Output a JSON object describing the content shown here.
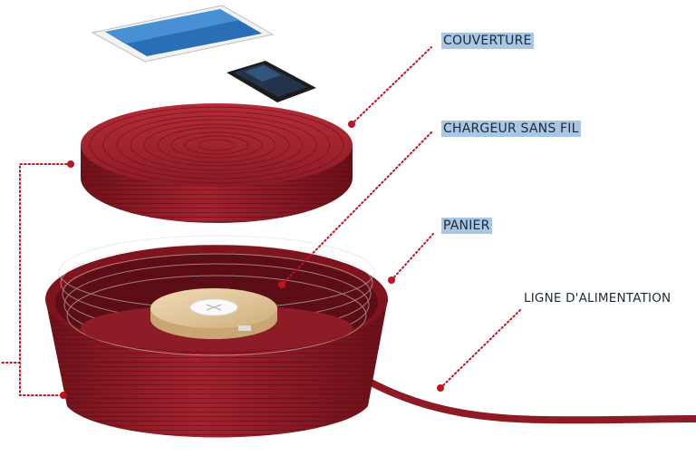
{
  "labels": {
    "cover": "COUVERTURE",
    "wireless_charger": "CHARGEUR SANS FIL",
    "basket": "PANIER",
    "power_line": "LIGNE D'ALIMENTATION"
  },
  "colors": {
    "basket_red": "#9a1f2b",
    "leader_dots": "#c0121f",
    "label_highlight": "#a9c6e4",
    "charger_wood": "#e2c79a"
  }
}
